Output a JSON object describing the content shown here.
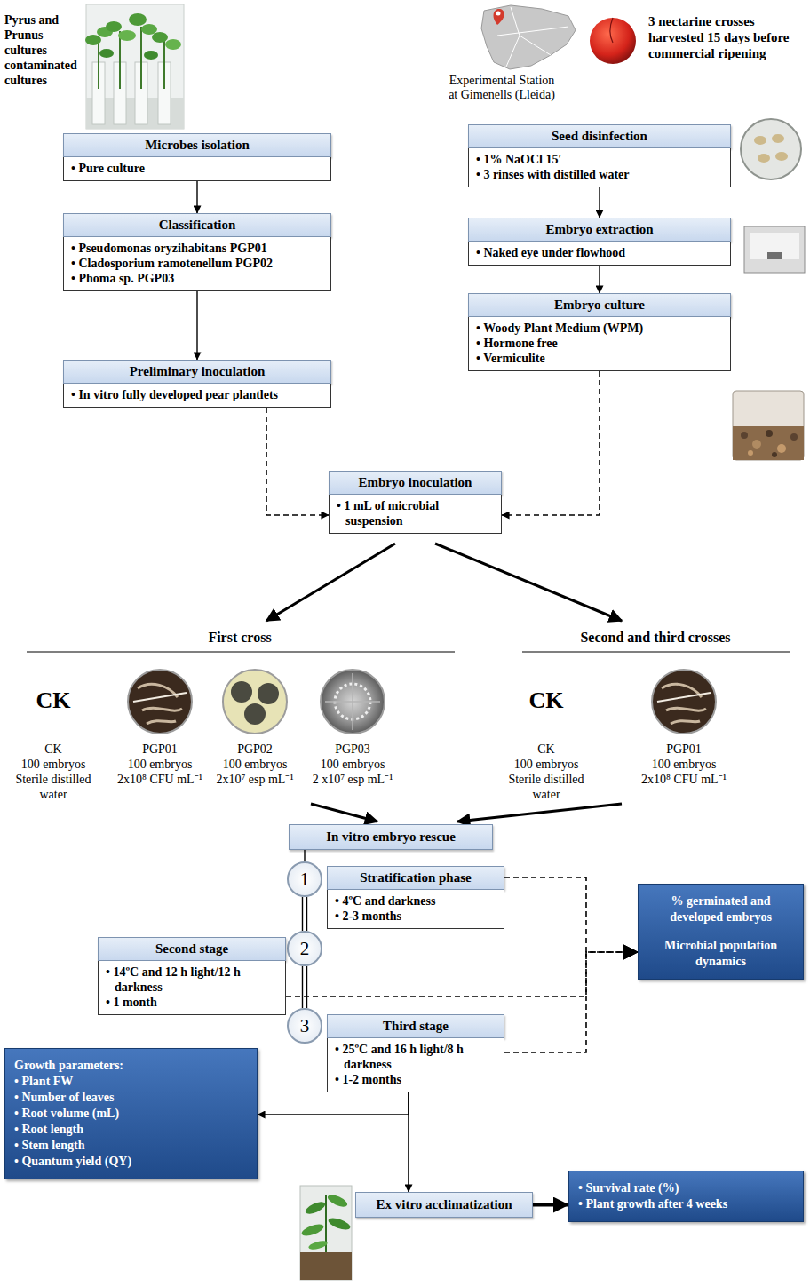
{
  "diagram": {
    "nodes": [
      {
        "text": [
          "Microbes isolation",
          "• Pure culture"
        ]
      },
      {
        "text": [
          "Classification",
          "• Pseudomonas oryzihabitans PGP01",
          "• Cladosporium ramotenellum PGP02",
          "• Phoma sp. PGP03"
        ]
      },
      {
        "text": [
          "Preliminary inoculation",
          "• In vitro fully developed pear plantlets"
        ]
      },
      {
        "text": [
          "Seed disinfection",
          "• 1% NaOCl 15′",
          "• 3 rinses with distilled water"
        ]
      },
      {
        "text": [
          "Embryo extraction",
          "• Naked eye under flowhood"
        ]
      },
      {
        "text": [
          "Embryo culture",
          "• Woody Plant Medium (WPM)",
          "• Hormone free",
          "• Vermiculite"
        ]
      },
      {
        "text": [
          "Embryo inoculation",
          "• 1 mL of microbial suspension"
        ]
      },
      {
        "text": [
          "In vitro embryo rescue"
        ]
      },
      {
        "text": [
          "1"
        ]
      },
      {
        "text": [
          "Stratification phase",
          "• 4ºC and darkness",
          "• 2-3 months"
        ]
      },
      {
        "text": [
          "2"
        ]
      },
      {
        "text": [
          "Second stage",
          "• 14ºC and 12 h light/12 h darkness",
          "• 1 month"
        ]
      },
      {
        "text": [
          "3"
        ]
      },
      {
        "text": [
          "Third stage",
          "• 25ºC and 16 h light/8 h darkness",
          "• 1-2 months"
        ]
      },
      {
        "text": [
          "% germinated and developed embryos",
          "Microbial population dynamics"
        ]
      },
      {
        "text": [
          "Growth parameters:",
          "• Plant FW",
          "• Number of leaves",
          "• Root volume (mL)",
          "• Root length",
          "• Stem length",
          "• Quantum yield (QY)"
        ]
      },
      {
        "text": [
          "Ex vitro acclimatization"
        ]
      },
      {
        "text": [
          "• Survival rate (%)",
          "• Plant growth after 4 weeks"
        ]
      }
    ],
    "edges": [
      {
        "from": 0,
        "to": 1,
        "arrow": "to"
      },
      {
        "from": 1,
        "to": 2,
        "arrow": "to"
      },
      {
        "from": 2,
        "to": 6,
        "arrow": "to"
      },
      {
        "from": 3,
        "to": 4,
        "arrow": "to"
      },
      {
        "from": 4,
        "to": 5,
        "arrow": "to"
      },
      {
        "from": 5,
        "to": 6,
        "arrow": "to"
      },
      {
        "from": 7,
        "to": 8,
        "arrow": "none"
      },
      {
        "from": 8,
        "to": 10,
        "arrow": "none"
      },
      {
        "from": 10,
        "to": 12,
        "arrow": "none"
      },
      {
        "from": 9,
        "to": 14,
        "arrow": "to"
      },
      {
        "from": 11,
        "to": 14,
        "arrow": "to"
      },
      {
        "from": 13,
        "to": 14,
        "arrow": "to"
      },
      {
        "from": 13,
        "to": 15,
        "arrow": "to"
      },
      {
        "from": 13,
        "to": 16,
        "arrow": "to"
      },
      {
        "from": 16,
        "to": 17,
        "arrow": "to"
      }
    ],
    "labels": [
      "Pyrus and Prunus cultures contaminated cultures",
      "Experimental Station at Gimenells (Lleida)",
      "3 nectarine crosses harvested 15 days before commercial ripening",
      "First cross",
      "Second and third crosses",
      "CK",
      "CK",
      "100 embryos",
      "Sterile distilled water",
      "PGP01",
      "100 embryos",
      "2x10⁸ CFU mL⁻¹",
      "PGP02",
      "100 embryos",
      "2x10⁷ esp mL⁻¹",
      "PGP03",
      "100 embryos",
      "2 x10⁷ esp mL⁻¹",
      "CK",
      "CK",
      "100 embryos",
      "Sterile distilled water",
      "PGP01",
      "100 embryos",
      "2x10⁸ CFU mL⁻¹"
    ]
  }
}
